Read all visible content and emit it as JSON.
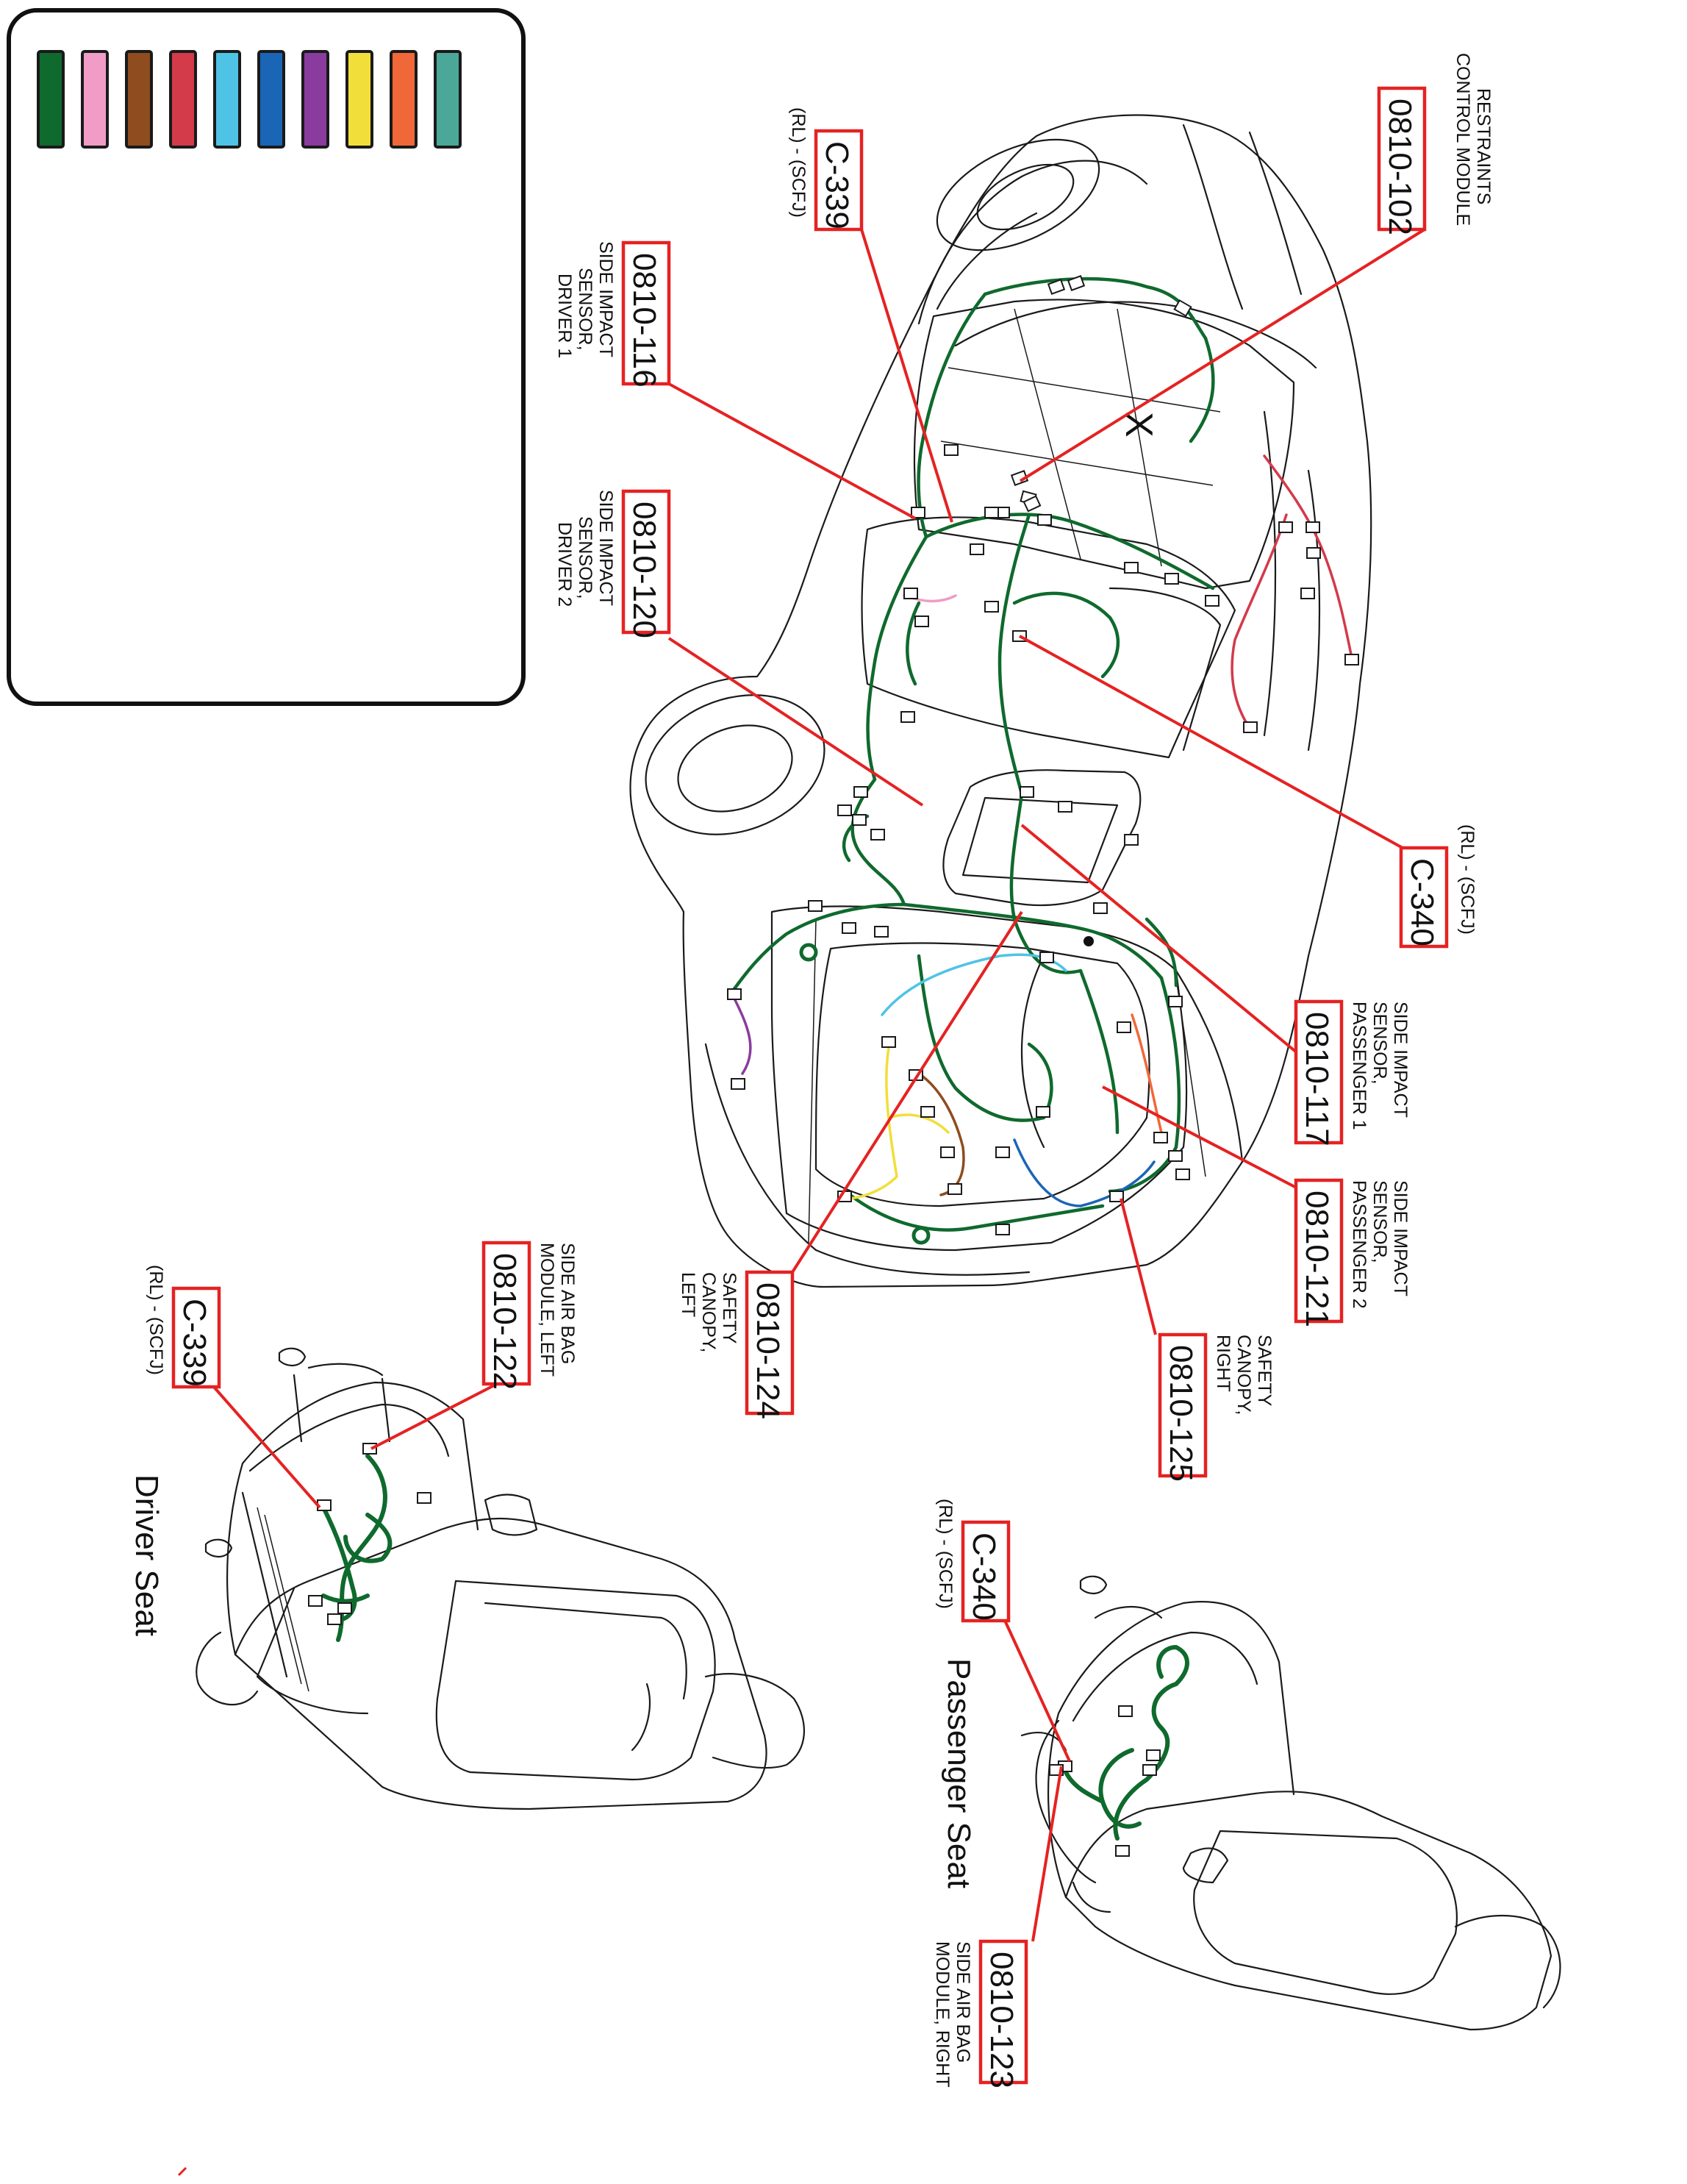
{
  "legend": {
    "swatches": [
      {
        "name": "dark-green",
        "color": "#0f6a2d"
      },
      {
        "name": "pink",
        "color": "#f09cc6"
      },
      {
        "name": "brown",
        "color": "#8e4c1f"
      },
      {
        "name": "red",
        "color": "#d33a4a"
      },
      {
        "name": "light-blue",
        "color": "#4ec3e6"
      },
      {
        "name": "blue",
        "color": "#1b65b7"
      },
      {
        "name": "purple",
        "color": "#8a3b9e"
      },
      {
        "name": "yellow",
        "color": "#f2de3a"
      },
      {
        "name": "orange",
        "color": "#f0683a"
      },
      {
        "name": "teal",
        "color": "#4ba898"
      }
    ]
  },
  "callouts": [
    {
      "id": "c102",
      "code": "0810-102",
      "lines": [
        "RESTRAINTS",
        "CONTROL MODULE"
      ]
    },
    {
      "id": "c339",
      "code": "C-339",
      "lines": [
        "(RL) - (SCFJ)"
      ]
    },
    {
      "id": "c116",
      "code": "0810-116",
      "lines": [
        "SIDE IMPACT",
        "SENSOR,",
        "DRIVER 1"
      ]
    },
    {
      "id": "c120",
      "code": "0810-120",
      "lines": [
        "SIDE IMPACT",
        "SENSOR,",
        "DRIVER 2"
      ]
    },
    {
      "id": "c340",
      "code": "C-340",
      "lines": [
        "(RL) - (SCFJ)"
      ]
    },
    {
      "id": "c117",
      "code": "0810-117",
      "lines": [
        "SIDE IMPACT",
        "SENSOR,",
        "PASSENGER 1"
      ]
    },
    {
      "id": "c121",
      "code": "0810-121",
      "lines": [
        "SIDE IMPACT",
        "SENSOR,",
        "PASSENGER 2"
      ]
    },
    {
      "id": "c125",
      "code": "0810-125",
      "lines": [
        "SAFETY",
        "CANOPY,",
        "RIGHT"
      ]
    },
    {
      "id": "c124",
      "code": "0810-124",
      "lines": [
        "SAFETY",
        "CANOPY,",
        "LEFT"
      ]
    },
    {
      "id": "c122",
      "code": "0810-122",
      "lines": [
        "SIDE AIR BAG",
        "MODULE, LEFT"
      ]
    },
    {
      "id": "c339b",
      "code": "C-339",
      "lines": [
        "(RL) - (SCFJ)"
      ]
    },
    {
      "id": "c340b",
      "code": "C-340",
      "lines": [
        "(RL) - (SCFJ)"
      ]
    },
    {
      "id": "c123",
      "code": "0810-123",
      "lines": [
        "SIDE AIR BAG",
        "MODULE, RIGHT"
      ]
    }
  ],
  "labels": {
    "driver_seat": "Driver Seat",
    "passenger_seat": "Passenger Seat",
    "ground_mark": "X"
  }
}
